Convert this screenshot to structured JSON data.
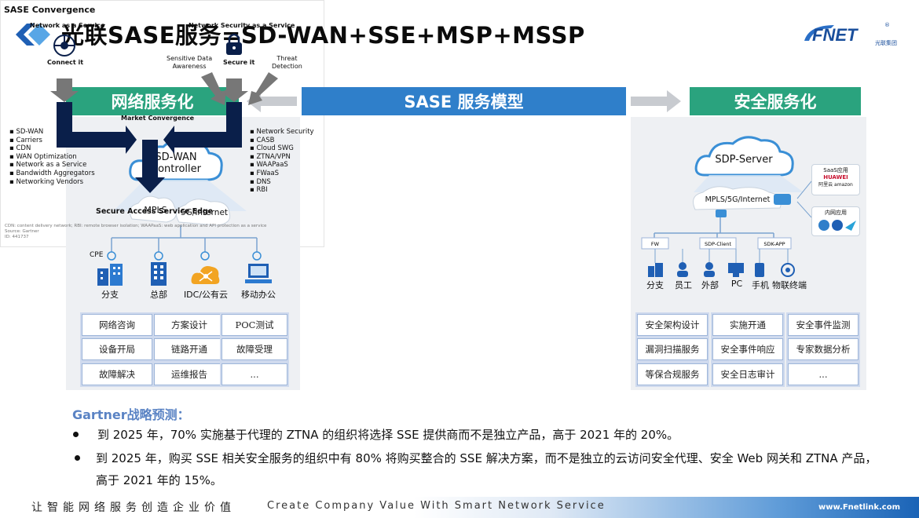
{
  "header": {
    "title": "光联SASE服务=SD-WAN+SSE+MSP+MSSP",
    "brand": "FNET",
    "brand_sub": "光联集团",
    "reg": "®"
  },
  "left": {
    "header": "网络服务化",
    "cloud": "SD-WAN\nController",
    "cloud_top": "SD-WAN",
    "cloud_bottom": "Controller",
    "bubble1": "MPLS",
    "bubble2": "5G/Internet",
    "cpe": "CPE",
    "sites": [
      "分支",
      "总部",
      "IDC/公有云",
      "移动办公"
    ],
    "services": [
      "网络咨询",
      "方案设计",
      "POC测试",
      "设备开局",
      "链路开通",
      "故障受理",
      "故障解决",
      "运维报告",
      "..."
    ]
  },
  "center": {
    "header": "SASE 服务模型",
    "convergence": "SASE Convergence",
    "naas": "Network as a Service",
    "nsaas": "Network Security as a Service",
    "connect": "Connect it",
    "secure": "Secure it",
    "sensitive": [
      "Sensitive Data",
      "Awareness"
    ],
    "threat": [
      "Threat",
      "Detection"
    ],
    "market": "Market Convergence",
    "left_list": [
      "SD-WAN",
      "Carriers",
      "CDN",
      "WAN Optimization",
      "Network as a Service",
      "Bandwidth Aggregators",
      "Networking Vendors"
    ],
    "right_list": [
      "Network Security",
      "CASB",
      "Cloud SWG",
      "ZTNA/VPN",
      "WAAPaaS",
      "FWaaS",
      "DNS",
      "RBI"
    ],
    "edge": "Secure Access Service Edge",
    "footnote": [
      "CDN: content delivery network; RBI: remote browser isolation; WAAPaaS: web application and API protection as a service",
      "Source: Gartner",
      "ID: 441737"
    ]
  },
  "right": {
    "header": "安全服务化",
    "cloud": "SDP-Server",
    "bubble": "MPLS/5G/Internet",
    "saas_title": "SaaS应用",
    "saas_l1": "HUAWEI",
    "saas_l2": "阿里云 amazon",
    "inner_title": "内网应用",
    "nodes": [
      "FW",
      "SDP-Client",
      "SDK-APP"
    ],
    "devices": [
      "分支",
      "员工",
      "外部",
      "PC",
      "手机",
      "物联终端"
    ],
    "services": [
      "安全架构设计",
      "实施开通",
      "安全事件监测",
      "漏洞扫描服务",
      "安全事件响应",
      "专家数据分析",
      "等保合规服务",
      "安全日志审计",
      "..."
    ]
  },
  "gartner": {
    "title": "Gartner战略预测：",
    "b1": "到 2025 年，70% 实施基于代理的 ZTNA 的组织将选择 SSE 提供商而不是独立产品，高于 2021 年的 20%。",
    "b2a": "到 2025 年，购买 SSE 相关安全服务的组织中有 80% 将购买整合的 SSE 解决方案，而不是独立的云访问安全代理、安全 Web 网关和 ZTNA 产品，",
    "b2b": "高于 2021 年的 15%。"
  },
  "footer": {
    "cn": "让智能网络服务创造企业价值",
    "en": "Create Company Value With Smart Network Service",
    "url": "www.Fnetlink.com"
  },
  "colors": {
    "green": "#2aa37e",
    "blue": "#2f7fca",
    "navy": "#0a1f4a",
    "accent": "#1e63b6"
  }
}
